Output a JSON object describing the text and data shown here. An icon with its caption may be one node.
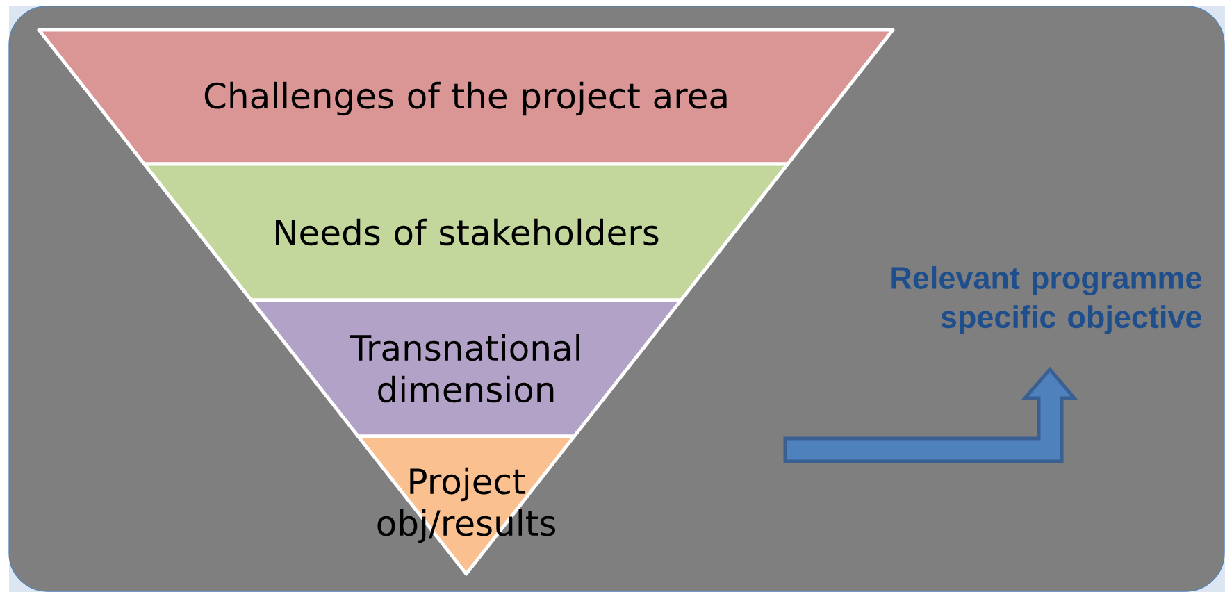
{
  "diagram": {
    "nodes": [
      {
        "text": [
          "Challenges of the project area"
        ]
      },
      {
        "text": [
          "Needs of stakeholders"
        ]
      },
      {
        "text": [
          "Transnational dimension"
        ]
      },
      {
        "text": [
          "Project obj/results"
        ]
      },
      {
        "text": [
          "Relevant programme specific objective"
        ]
      }
    ],
    "edges": [
      {
        "from": null,
        "to": 4,
        "arrow": "to"
      }
    ]
  }
}
